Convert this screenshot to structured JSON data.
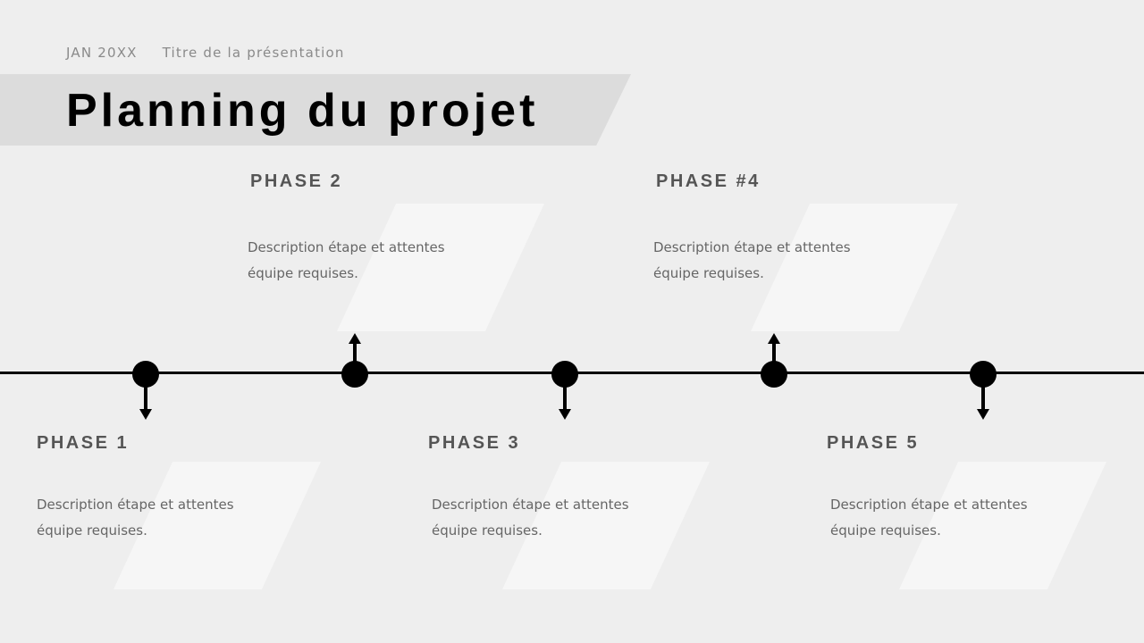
{
  "header": {
    "date": "JAN 20XX",
    "presentation_title": "Titre de la présentation"
  },
  "slide": {
    "title": "Planning du projet"
  },
  "phases": [
    {
      "title": "PHASE 1",
      "desc_line1": "Description étape et attentes",
      "desc_line2": "équipe requises.",
      "position": "below"
    },
    {
      "title": "PHASE 2",
      "desc_line1": "Description étape et attentes",
      "desc_line2": "équipe requises.",
      "position": "above"
    },
    {
      "title": "PHASE 3",
      "desc_line1": "Description étape et attentes",
      "desc_line2": "équipe requises.",
      "position": "below"
    },
    {
      "title": "PHASE #4",
      "desc_line1": "Description étape et attentes",
      "desc_line2": "équipe requises.",
      "position": "above"
    },
    {
      "title": "PHASE 5",
      "desc_line1": "Description étape et attentes",
      "desc_line2": "équipe requises.",
      "position": "below"
    }
  ],
  "colors": {
    "background": "#eeeeee",
    "title_band": "#dcdcdc",
    "card": "#f6f6f6",
    "timeline": "#000000",
    "phase_title": "#555555",
    "desc": "#666666"
  }
}
